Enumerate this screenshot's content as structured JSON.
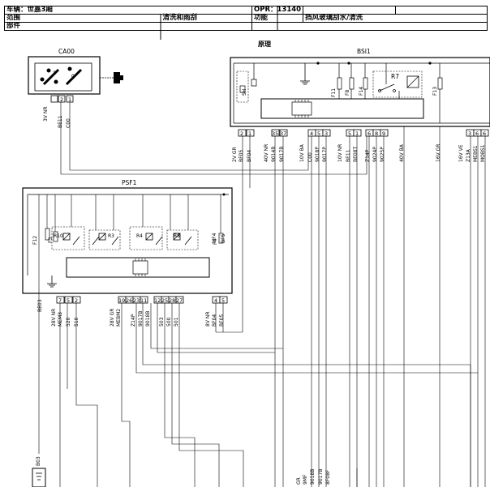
{
  "header": {
    "vehicle": "车辆：世嘉3厢",
    "opr": "OPR：13140",
    "range_label": "范围",
    "range_value": "清洗和雨刮",
    "function_label": "功能",
    "function_value": "挡风玻璃刮水/清洗",
    "part_label": "部件"
  },
  "diagram": {
    "title": "原理",
    "modules": {
      "ca00": {
        "name": "CA00",
        "pins": [
          "2",
          "1"
        ],
        "wires": [
          "3V NR",
          "BE11",
          "C00"
        ]
      },
      "bsi1": {
        "name": "BSI1",
        "fuses": [
          "F11",
          "F8",
          "F14",
          "F13"
        ],
        "relays": [
          "SH",
          "R7"
        ],
        "pins": [
          "2",
          "1",
          "35",
          "37",
          "4",
          "5",
          "3",
          "5",
          "1",
          "6",
          "8",
          "9",
          "3",
          "6",
          "6"
        ],
        "wires": [
          "2V GR",
          "BF05",
          "BF04",
          "40V NR",
          "9014B",
          "9017B",
          "10V BA",
          "C00",
          "9018P",
          "9017P",
          "10V NR",
          "BE11",
          "BE08T",
          "Z14P",
          "9024P",
          "9025P",
          "40V BA",
          "16V GR",
          "16V VE",
          "Z13A",
          "MEBS1",
          "MOBS1"
        ]
      },
      "psf1": {
        "name": "PSF1",
        "fuses": [
          "F12",
          "F3",
          "F4"
        ],
        "relays": [
          "R10",
          "R3",
          "R4",
          "R8"
        ],
        "pins": [
          "7",
          "5",
          "2",
          "19",
          "26",
          "23",
          "11",
          "12",
          "25",
          "28",
          "27",
          "4",
          "5"
        ],
        "wires": [
          "BE03",
          "28V NR",
          "MEM3",
          "520",
          "510",
          "28V GR",
          "MEBM2",
          "Z14P",
          "9017B",
          "9018B",
          "503",
          "500",
          "501",
          "8V NR",
          "BF04",
          "BF05",
          "MF4",
          "BF5"
        ]
      },
      "b03": {
        "name": "B03"
      }
    },
    "bottom_wires": [
      "GR",
      "9MF",
      "9018B",
      "9017B",
      "8F08F"
    ]
  }
}
